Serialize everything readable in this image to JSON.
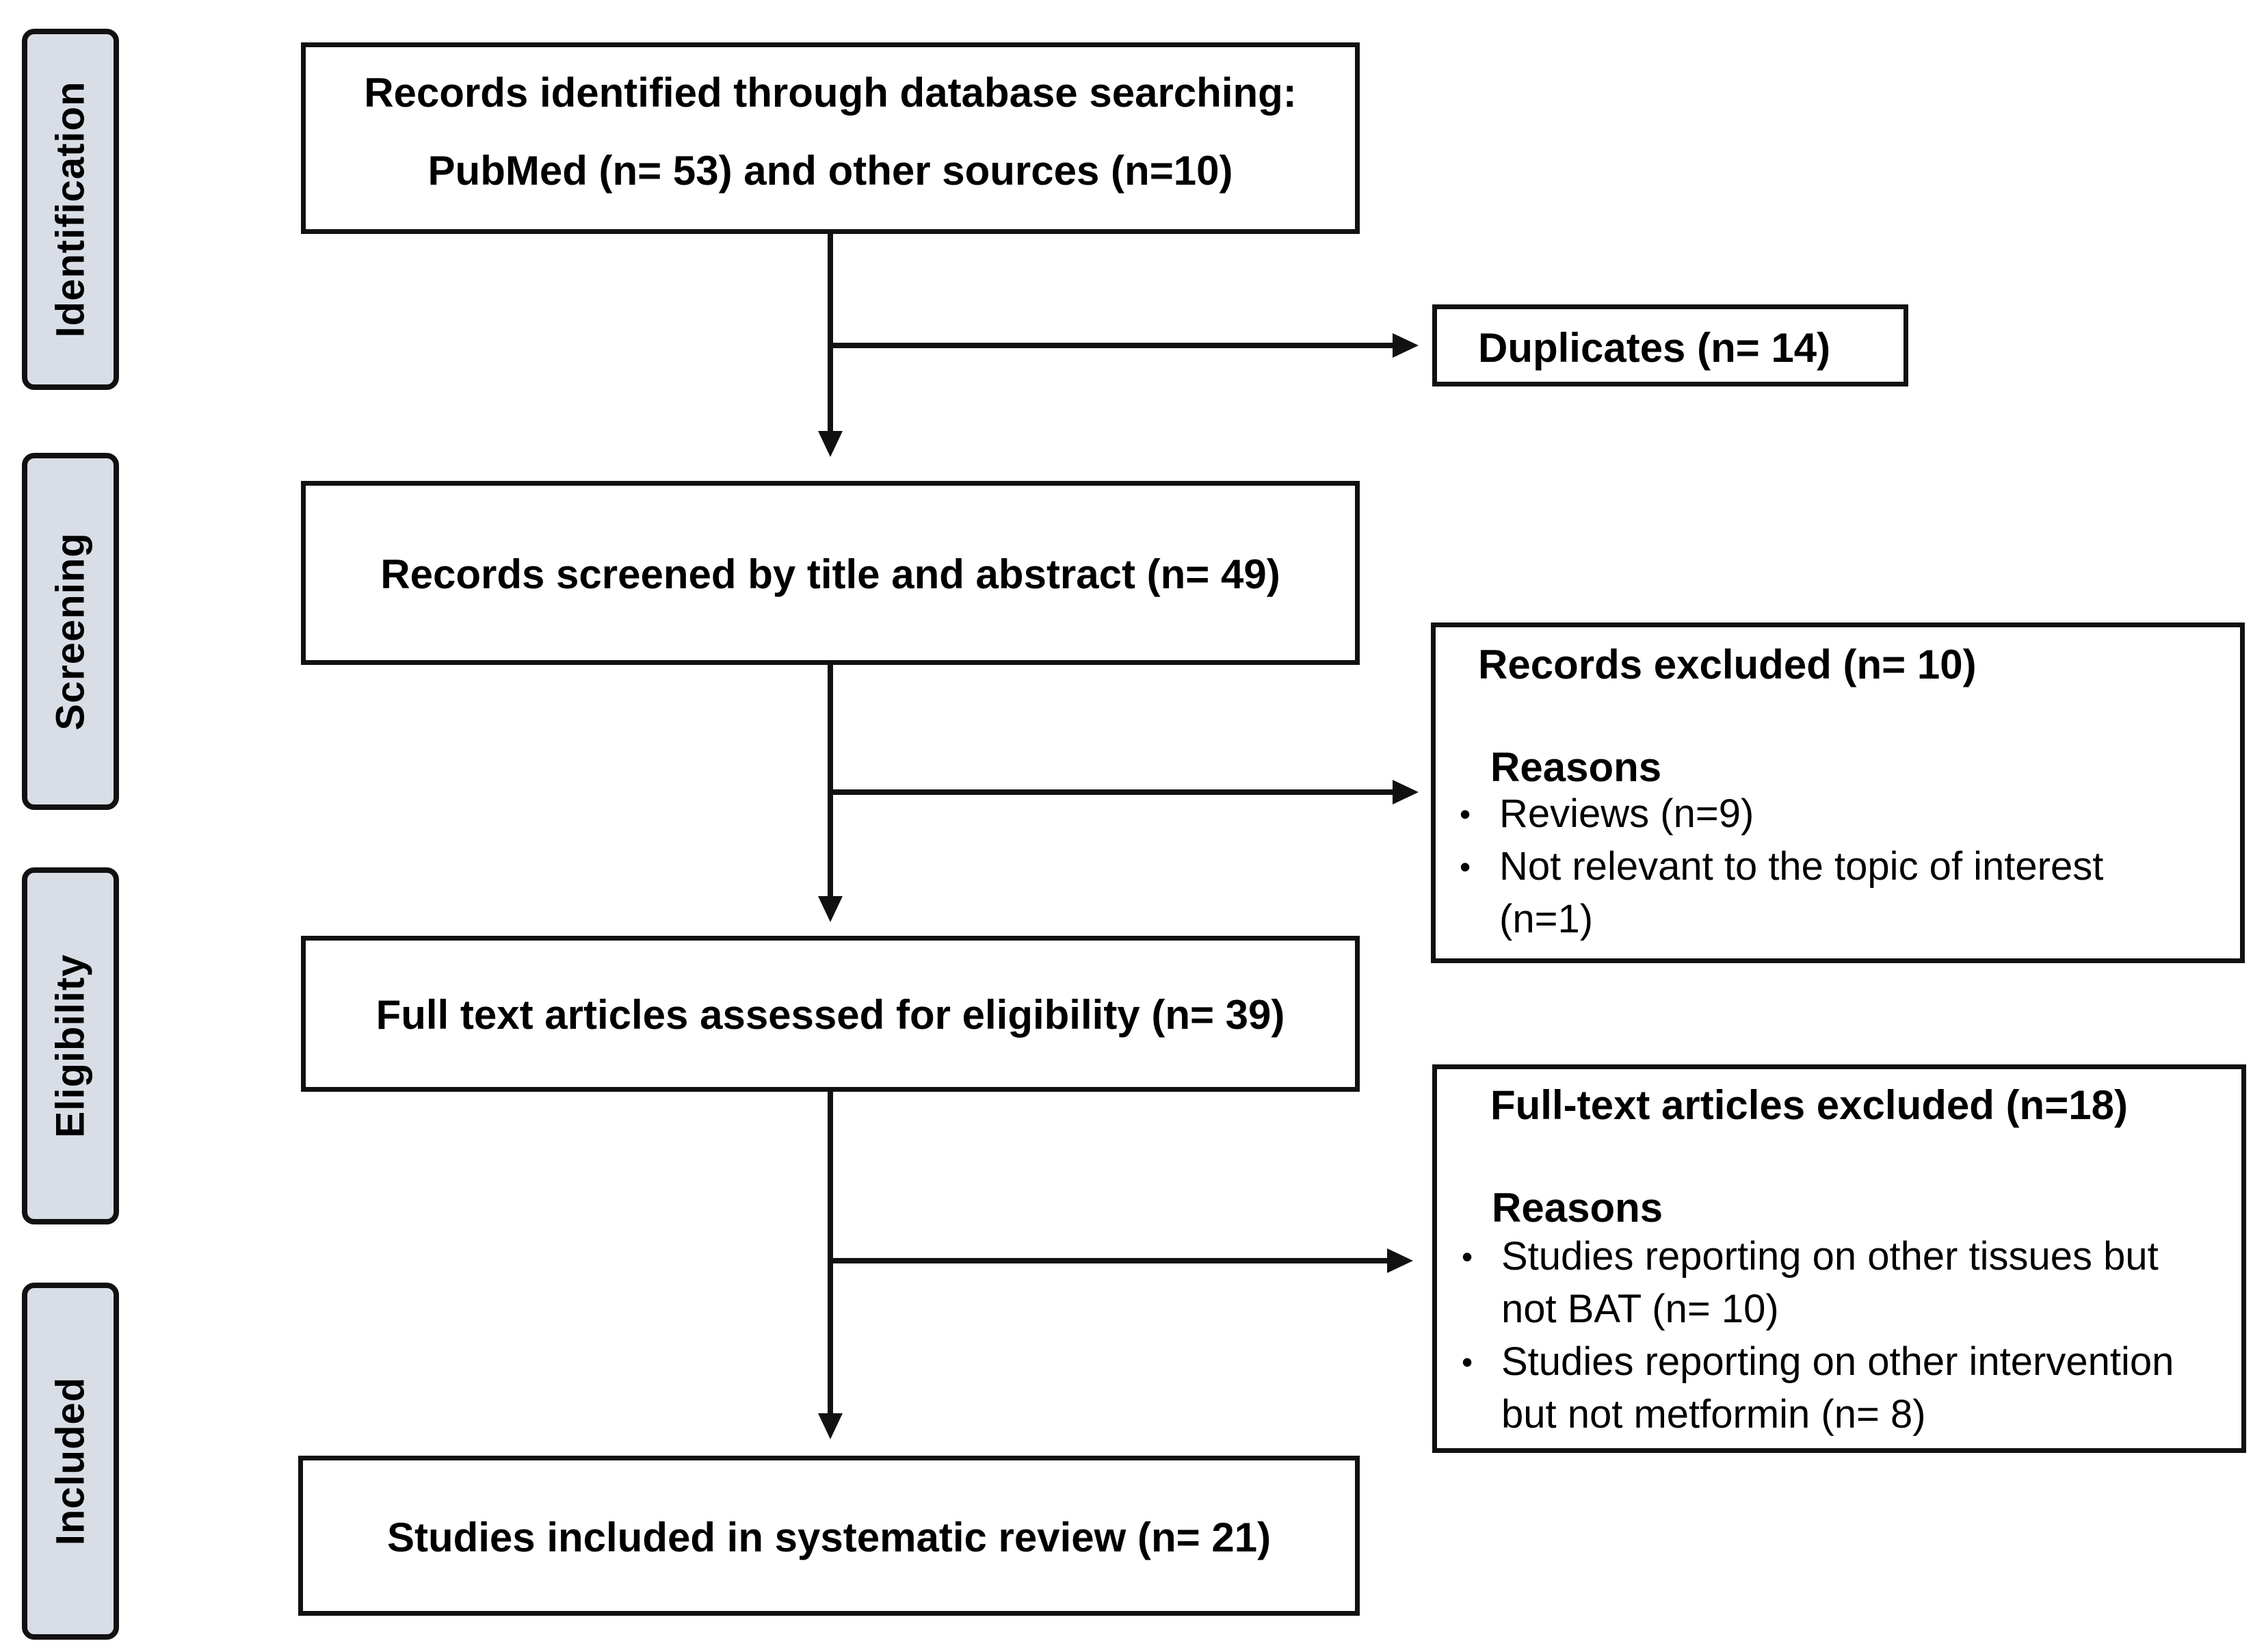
{
  "phases": {
    "identification": "Identification",
    "screening": "Screening",
    "eligibility": "Eligibility",
    "included": "Included"
  },
  "boxes": {
    "identified_line1": "Records identified through database searching:",
    "identified_line2": "PubMed (n= 53) and other sources (n=10)",
    "duplicates": "Duplicates (n= 14)",
    "screened": "Records screened by title and abstract  (n= 49)",
    "records_excluded": {
      "title": "Records excluded (n= 10)",
      "reasons_label": "Reasons",
      "reason1": "Reviews (n=9)",
      "reason2_line1": "Not relevant to the topic of interest",
      "reason2_line2": "(n=1)"
    },
    "full_text": "Full text articles assessed for eligibility (n= 39)",
    "fulltext_excluded": {
      "title": "Full-text articles excluded (n=18)",
      "reasons_label": "Reasons",
      "reason1_line1": "Studies reporting on other tissues but",
      "reason1_line2": "not BAT (n= 10)",
      "reason2_line1": "Studies reporting on other intervention",
      "reason2_line2": "but not metformin  (n= 8)"
    },
    "included": "Studies included in systematic review (n= 21)"
  }
}
